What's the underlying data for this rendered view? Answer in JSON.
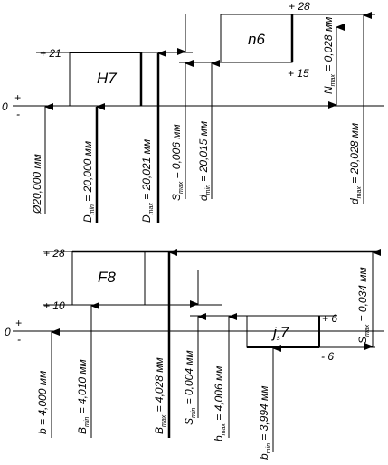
{
  "fit1": {
    "zero_label": "0",
    "plus_sign": "+",
    "minus_sign": "-",
    "hole": {
      "zone": "H7",
      "upper_dev": "+ 21"
    },
    "shaft": {
      "zone": "n6",
      "upper_dev": "+ 28",
      "lower_dev": "+ 15"
    },
    "labels": {
      "nominal": "Ø20,000 мм",
      "dmin_main": "D",
      "dmin_sub": "min",
      "dmin_rest": " = 20,000 мм",
      "dmax_main": "D",
      "dmax_sub": "max",
      "dmax_rest": " = 20,021 мм",
      "smax_main": "S",
      "smax_sub": "max",
      "smax_rest": " = 0,006 мм",
      "shaft_dmin_main": "d",
      "shaft_dmin_sub": "min",
      "shaft_dmin_rest": " = 20,015 мм",
      "nmax_main": "N",
      "nmax_sub": "max",
      "nmax_rest": " = 0,028 мм",
      "shaft_dmax_main": "d",
      "shaft_dmax_sub": "max",
      "shaft_dmax_rest": " = 20,028 мм"
    }
  },
  "fit2": {
    "zero_label": "0",
    "plus_sign": "+",
    "minus_sign": "-",
    "hole": {
      "zone": "F8",
      "upper_dev": "+ 28",
      "lower_dev": "+ 10"
    },
    "shaft": {
      "zone_main": "j",
      "zone_sub": "s",
      "zone_rest": "7",
      "upper_dev": "+ 6",
      "lower_dev": "- 6"
    },
    "labels": {
      "nominal": "b = 4,000 мм",
      "bmin_main": "B",
      "bmin_sub": "min",
      "bmin_rest": " = 4,010 мм",
      "bmax_main": "B",
      "bmax_sub": "max",
      "bmax_rest": " = 4,028 мм",
      "nmin_main": "S",
      "nmin_sub": "min",
      "nmin_rest": " = 0,004 мм",
      "shaft_bmax_main": "b",
      "shaft_bmax_sub": "max",
      "shaft_bmax_rest": " = 4,006 мм",
      "shaft_bmin_main": "b",
      "shaft_bmin_sub": "min",
      "shaft_bmin_rest": " = 3,994 мм",
      "smax_main": "S",
      "smax_sub": "max",
      "smax_rest": " = 0,034 мм"
    }
  }
}
